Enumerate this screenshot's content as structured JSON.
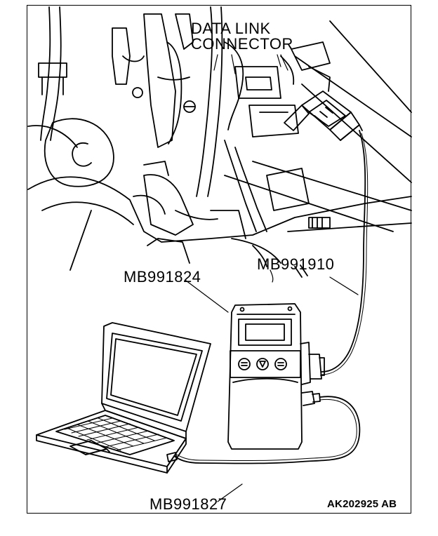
{
  "labels": {
    "connector_line1": "DATA LINK",
    "connector_line2": "CONNECTOR",
    "mb991824": "MB991824",
    "mb991910": "MB991910",
    "mb991827": "MB991827",
    "figure_code": "AK202925 AB"
  },
  "colors": {
    "line": "#000000",
    "background": "#ffffff"
  }
}
